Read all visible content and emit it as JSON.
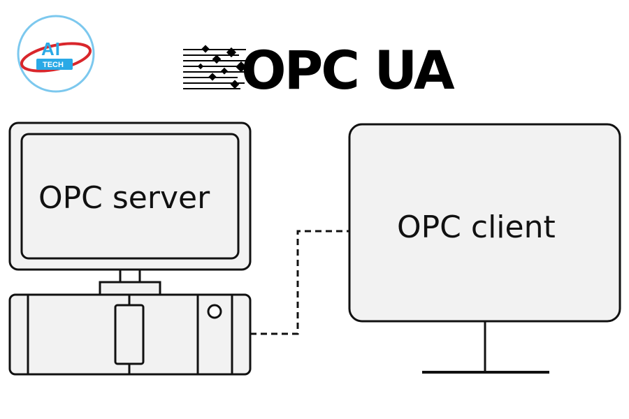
{
  "brand": {
    "logo_main": "AI",
    "logo_sub": "TECH",
    "colors": {
      "blue": "#29a9e6",
      "red": "#d9262b"
    }
  },
  "header": {
    "title": "OPC UA"
  },
  "diagram": {
    "server_label": "OPC server",
    "client_label": "OPC client",
    "connection_style": "dashed"
  }
}
